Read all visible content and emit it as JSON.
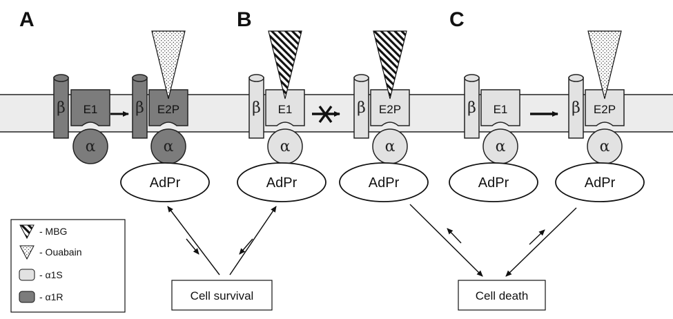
{
  "panels": [
    {
      "label": "A",
      "color": "dark",
      "left": {
        "beta": "β",
        "state": "E1",
        "alpha": "α",
        "ligand": null
      },
      "right": {
        "beta": "β",
        "state": "E2P",
        "alpha": "α",
        "ligand": "ouabain"
      },
      "arrow": "forward",
      "adpr_left": null,
      "adpr_right": "AdPr"
    },
    {
      "label": "B",
      "color": "light",
      "left": {
        "beta": "β",
        "state": "E1",
        "alpha": "α",
        "ligand": "mbg"
      },
      "right": {
        "beta": "β",
        "state": "E2P",
        "alpha": "α",
        "ligand": "mbg"
      },
      "arrow": "blocked",
      "adpr_left": "AdPr",
      "adpr_right": "AdPr"
    },
    {
      "label": "C",
      "color": "light",
      "left": {
        "beta": "β",
        "state": "E1",
        "alpha": "α",
        "ligand": null
      },
      "right": {
        "beta": "β",
        "state": "E2P",
        "alpha": "α",
        "ligand": "ouabain"
      },
      "arrow": "forward",
      "adpr_left": "AdPr",
      "adpr_right": "AdPr"
    }
  ],
  "outcomes": {
    "survival": "Cell survival",
    "death": "Cell death"
  },
  "legend": [
    {
      "key": "mbg",
      "text": "- MBG"
    },
    {
      "key": "ouabain",
      "text": "- Ouabain"
    },
    {
      "key": "a1s",
      "text": "- α1S"
    },
    {
      "key": "a1r",
      "text": "- α1R"
    }
  ],
  "colors": {
    "light": "#e2e2e2",
    "dark": "#7c7c7c",
    "membrane": "#ececec",
    "stroke": "#1a1a1a"
  }
}
